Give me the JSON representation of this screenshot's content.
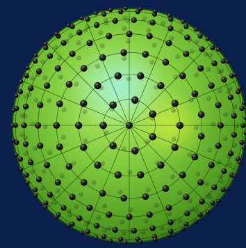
{
  "image": {
    "subject": "sphere-with-beads",
    "colors": {
      "background": "#0b1f4d",
      "sphere_light": "#9fe05a",
      "sphere_mid": "#5fb52c",
      "sphere_dark": "#2f6c10",
      "highlight_cyan": "#8fe3d8",
      "bead": "#1a1a1a",
      "grid": "#123d07"
    },
    "grid": {
      "rings": 7,
      "radial_lines": 16
    }
  }
}
